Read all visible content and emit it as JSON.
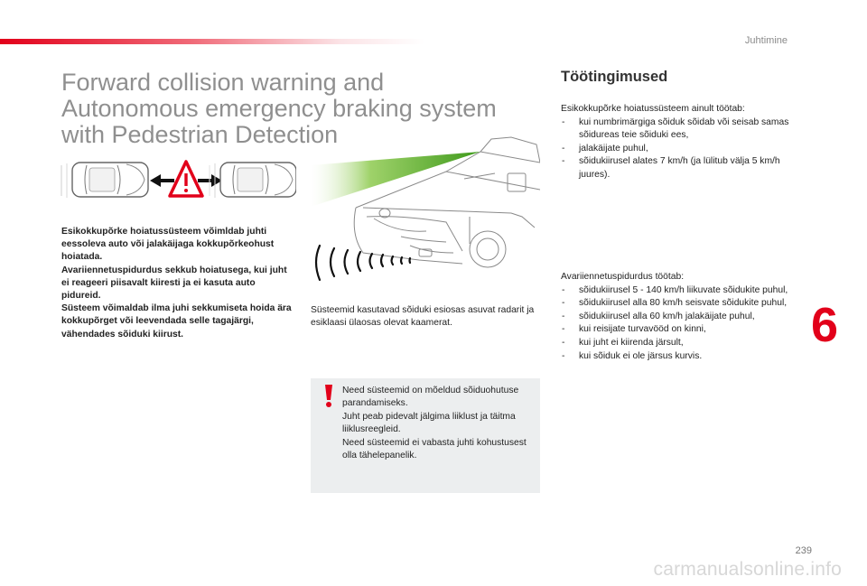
{
  "header": {
    "chapter_name": "Juhtimine"
  },
  "title": {
    "line1": "Forward collision warning and",
    "line2": "Autonomous emergency braking system",
    "line3": "with Pedestrian Detection"
  },
  "intro": {
    "paragraph1": "Esikokkupõrke hoiatussüsteem võimldab juhti eessoleva auto või jalakäijaga kokkupõrkeohust hoiatada.",
    "paragraph2": "Avariiennetuspidurdus sekkub hoiatusega, kui juht ei reageeri piisavalt kiiresti ja ei kasuta auto pidureid.",
    "paragraph3": "Süsteem võimaldab ilma juhi sekkumiseta hoida ära kokkupõrget või leevendada selle tagajärgi, vähendades sõiduki kiirust."
  },
  "sensors_text": "Süsteemid kasutavad sõiduki esiosas asuvat radarit ja esiklaasi ülaosas olevat kaamerat.",
  "warning": {
    "line1": "Need süsteemid on mõeldud sõiduohutuse parandamiseks.",
    "line2": "Juht peab pidevalt jälgima liiklust ja täitma liiklusreegleid.",
    "line3": "Need süsteemid ei vabasta juhti kohustusest olla tähelepanelik."
  },
  "operating_conditions": {
    "heading": "Töötingimused",
    "fcw_intro": "Esikokkupõrke hoiatussüsteem ainult töötab:",
    "fcw_items": [
      "kui numbrimärgiga sõiduk sõidab või seisab samas sõidureas teie sõiduki ees,",
      "jalakäijate puhul,",
      "sõidukiirusel alates 7 km/h (ja lülitub välja 5 km/h juures)."
    ],
    "aeb_intro": "Avariiennetuspidurdus töötab:",
    "aeb_items": [
      "sõidukiirusel 5 - 140 km/h liikuvate sõidukite puhul,",
      "sõidukiirusel alla 80 km/h seisvate sõidukite puhul,",
      "sõidukiirusel alla 60 km/h jalakäijate puhul,",
      "kui reisijate turvavööd on kinni,",
      "kui juht ei kiirenda järsult,",
      "kui sõiduk ei ole järsus kurvis."
    ]
  },
  "chapter_number": "6",
  "page_number": "239",
  "watermark": "carmanualsonline.info",
  "colors": {
    "accent_red": "#e2001a",
    "title_grey": "#8f8f8f",
    "camera_beam_green": "#6cc13a",
    "warning_box_bg": "#eceeef"
  }
}
